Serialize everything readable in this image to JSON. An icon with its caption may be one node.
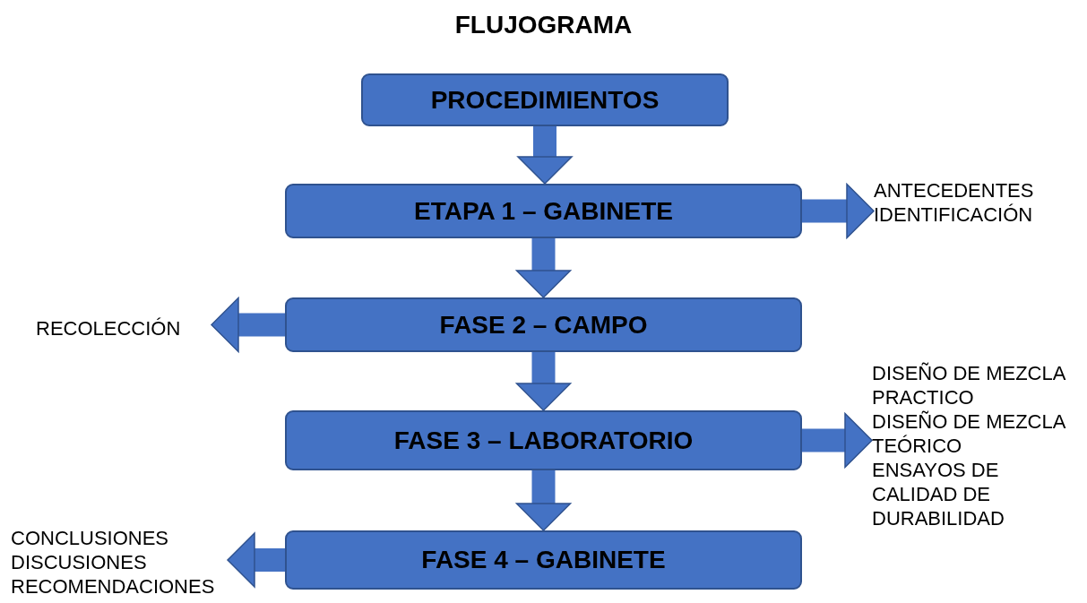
{
  "diagram": {
    "title": "FLUJOGRAMA",
    "nodes": [
      {
        "text": [
          "PROCEDIMIENTOS"
        ]
      },
      {
        "text": [
          "ETAPA 1 – GABINETE"
        ]
      },
      {
        "text": [
          "FASE 2 – CAMPO"
        ]
      },
      {
        "text": [
          "FASE 3 – LABORATORIO"
        ]
      },
      {
        "text": [
          "FASE 4 – GABINETE"
        ]
      },
      {
        "text": [
          "ANTECEDENTES",
          "IDENTIFICACIÓN"
        ]
      },
      {
        "text": [
          "RECOLECCIÓN"
        ]
      },
      {
        "text": [
          "DISEÑO DE MEZCLA PRACTICO",
          "DISEÑO DE MEZCLA TEÓRICO",
          "ENSAYOS DE CALIDAD DE DURABILIDAD"
        ]
      },
      {
        "text": [
          "CONCLUSIONES",
          "DISCUSIONES",
          "RECOMENDACIONES"
        ]
      }
    ],
    "edges": [
      {
        "from": 0,
        "to": 1,
        "arrow": "to"
      },
      {
        "from": 1,
        "to": 2,
        "arrow": "to"
      },
      {
        "from": 2,
        "to": 3,
        "arrow": "to"
      },
      {
        "from": 3,
        "to": 4,
        "arrow": "to"
      },
      {
        "from": 1,
        "to": 5,
        "arrow": "to"
      },
      {
        "from": 2,
        "to": 6,
        "arrow": "to"
      },
      {
        "from": 3,
        "to": 7,
        "arrow": "to"
      },
      {
        "from": 4,
        "to": 8,
        "arrow": "to"
      }
    ]
  }
}
